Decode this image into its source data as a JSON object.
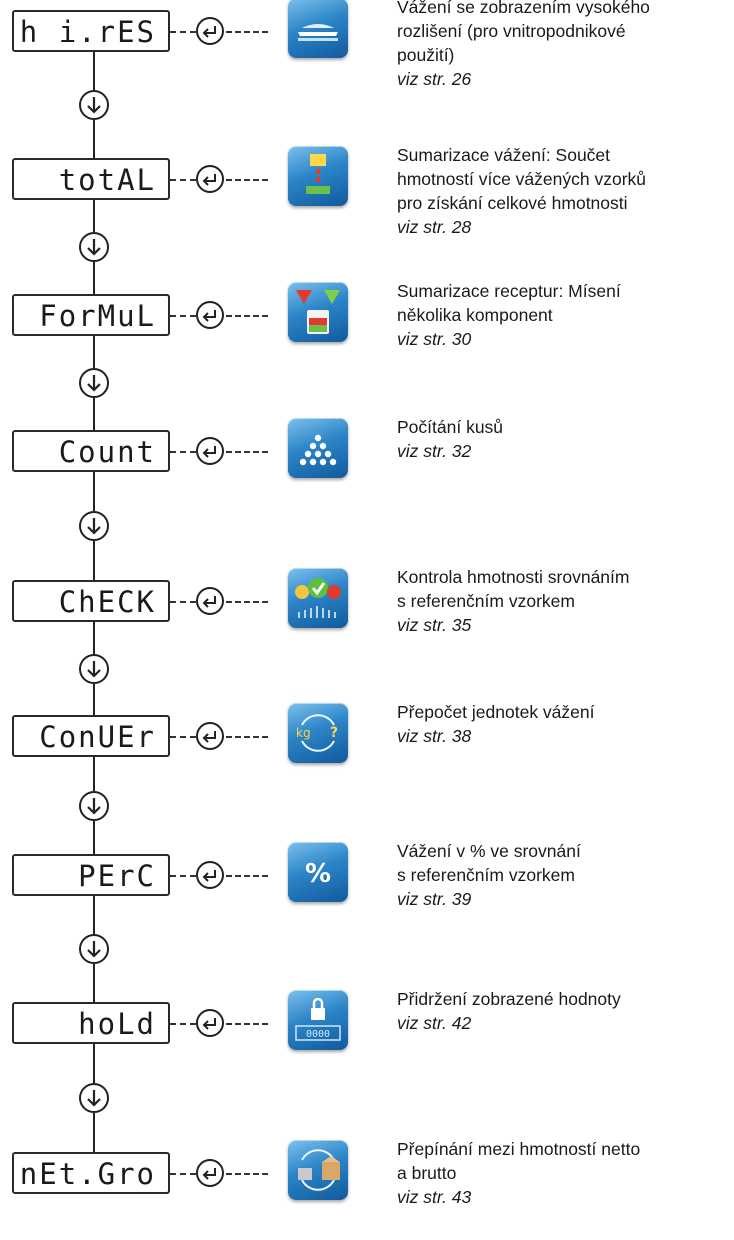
{
  "steps": [
    {
      "display": "h i.rES",
      "icon": "hires-weighing-icon",
      "lines": [
        "Vážení se zobrazením vysokého",
        "rozlišení (pro vnitropodnikové",
        "použití)"
      ],
      "ref": "viz str. 26"
    },
    {
      "display": "totAL",
      "icon": "total-sum-icon",
      "lines": [
        "Sumarizace vážení: Součet",
        "hmotností více vážených vzorků",
        "pro získání celkové hmotnosti"
      ],
      "ref": "viz str. 28"
    },
    {
      "display": "ForMuL",
      "icon": "formula-recipe-icon",
      "lines": [
        "Sumarizace receptur: Mísení",
        "několika komponent"
      ],
      "ref": "viz str. 30"
    },
    {
      "display": "Count",
      "icon": "piece-count-icon",
      "lines": [
        "Počítání kusů"
      ],
      "ref": "viz str. 32"
    },
    {
      "display": "ChECK",
      "icon": "check-weighing-icon",
      "lines": [
        "Kontrola hmotnosti srovnáním",
        "s referenčním vzorkem"
      ],
      "ref": "viz str. 35"
    },
    {
      "display": "ConUEr",
      "icon": "unit-conversion-icon",
      "lines": [
        "Přepočet jednotek vážení"
      ],
      "ref": "viz str. 38"
    },
    {
      "display": "PErC",
      "icon": "percent-weighing-icon",
      "lines": [
        "Vážení v % ve srovnání",
        "s referenčním vzorkem"
      ],
      "ref": "viz str. 39"
    },
    {
      "display": "hoLd",
      "icon": "hold-value-icon",
      "lines": [
        "Přidržení zobrazené hodnoty"
      ],
      "ref": "viz str. 42"
    },
    {
      "display": "nEt.Gro",
      "icon": "net-gross-icon",
      "lines": [
        "Přepínání mezi hmotností netto",
        "a brutto"
      ],
      "ref": "viz str. 43"
    }
  ]
}
